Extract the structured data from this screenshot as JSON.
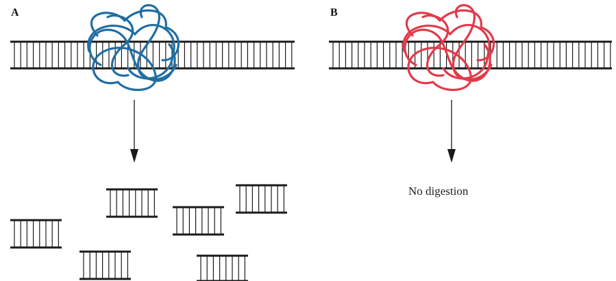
{
  "panels": [
    {
      "label": "A",
      "protein_color": "#1f6ea3",
      "outcome": "digested"
    },
    {
      "label": "B",
      "protein_color": "#e23a4a",
      "outcome": "No digestion"
    }
  ],
  "colors": {
    "dna": "#1a1a1a",
    "arrow": "#1a1a1a"
  },
  "icons": {
    "protein": "tangled-protein-loop-icon",
    "dna": "double-stranded-dna-ladder-icon",
    "arrow": "down-arrow-icon"
  }
}
